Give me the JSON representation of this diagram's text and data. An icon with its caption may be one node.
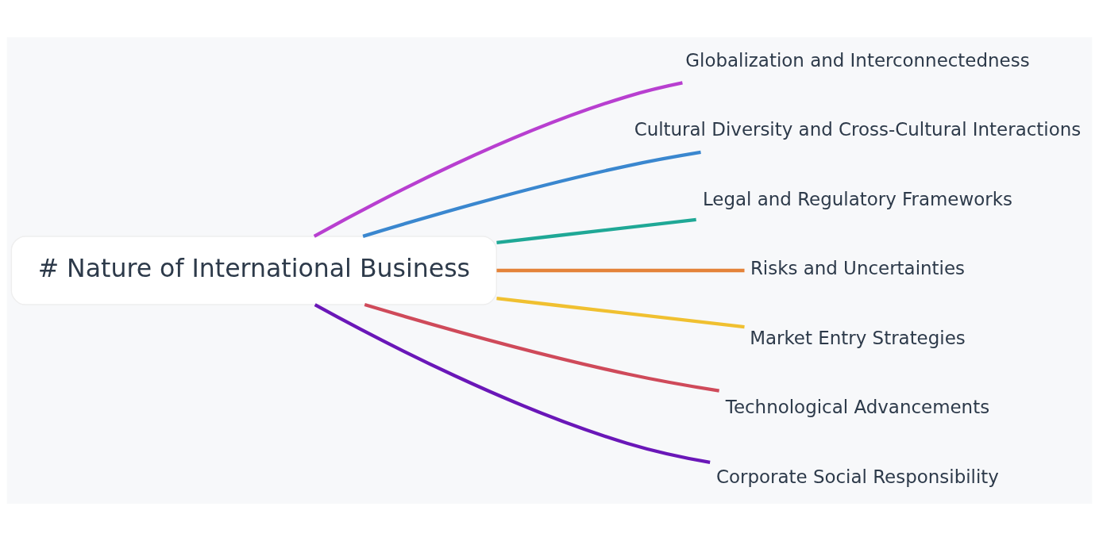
{
  "diagram": {
    "nodes": [
      {
        "text": [
          "# Nature of International Business"
        ]
      },
      {
        "text": [
          "Globalization and Interconnectedness"
        ]
      },
      {
        "text": [
          "Cultural Diversity and Cross-Cultural Interactions"
        ]
      },
      {
        "text": [
          "Legal and Regulatory Frameworks"
        ]
      },
      {
        "text": [
          "Risks and Uncertainties"
        ]
      },
      {
        "text": [
          "Market Entry Strategies"
        ]
      },
      {
        "text": [
          "Technological Advancements"
        ]
      },
      {
        "text": [
          "Corporate Social Responsibility"
        ]
      }
    ],
    "edges": [
      {
        "from": 0,
        "to": 1,
        "arrow": "none",
        "color": "#b83fd0"
      },
      {
        "from": 0,
        "to": 2,
        "arrow": "none",
        "color": "#3a87cf"
      },
      {
        "from": 0,
        "to": 3,
        "arrow": "none",
        "color": "#1fa896"
      },
      {
        "from": 0,
        "to": 4,
        "arrow": "none",
        "color": "#e4833a"
      },
      {
        "from": 0,
        "to": 5,
        "arrow": "none",
        "color": "#f0c030"
      },
      {
        "from": 0,
        "to": 6,
        "arrow": "none",
        "color": "#cf4a5a"
      },
      {
        "from": 0,
        "to": 7,
        "arrow": "none",
        "color": "#6a17b8"
      }
    ]
  }
}
